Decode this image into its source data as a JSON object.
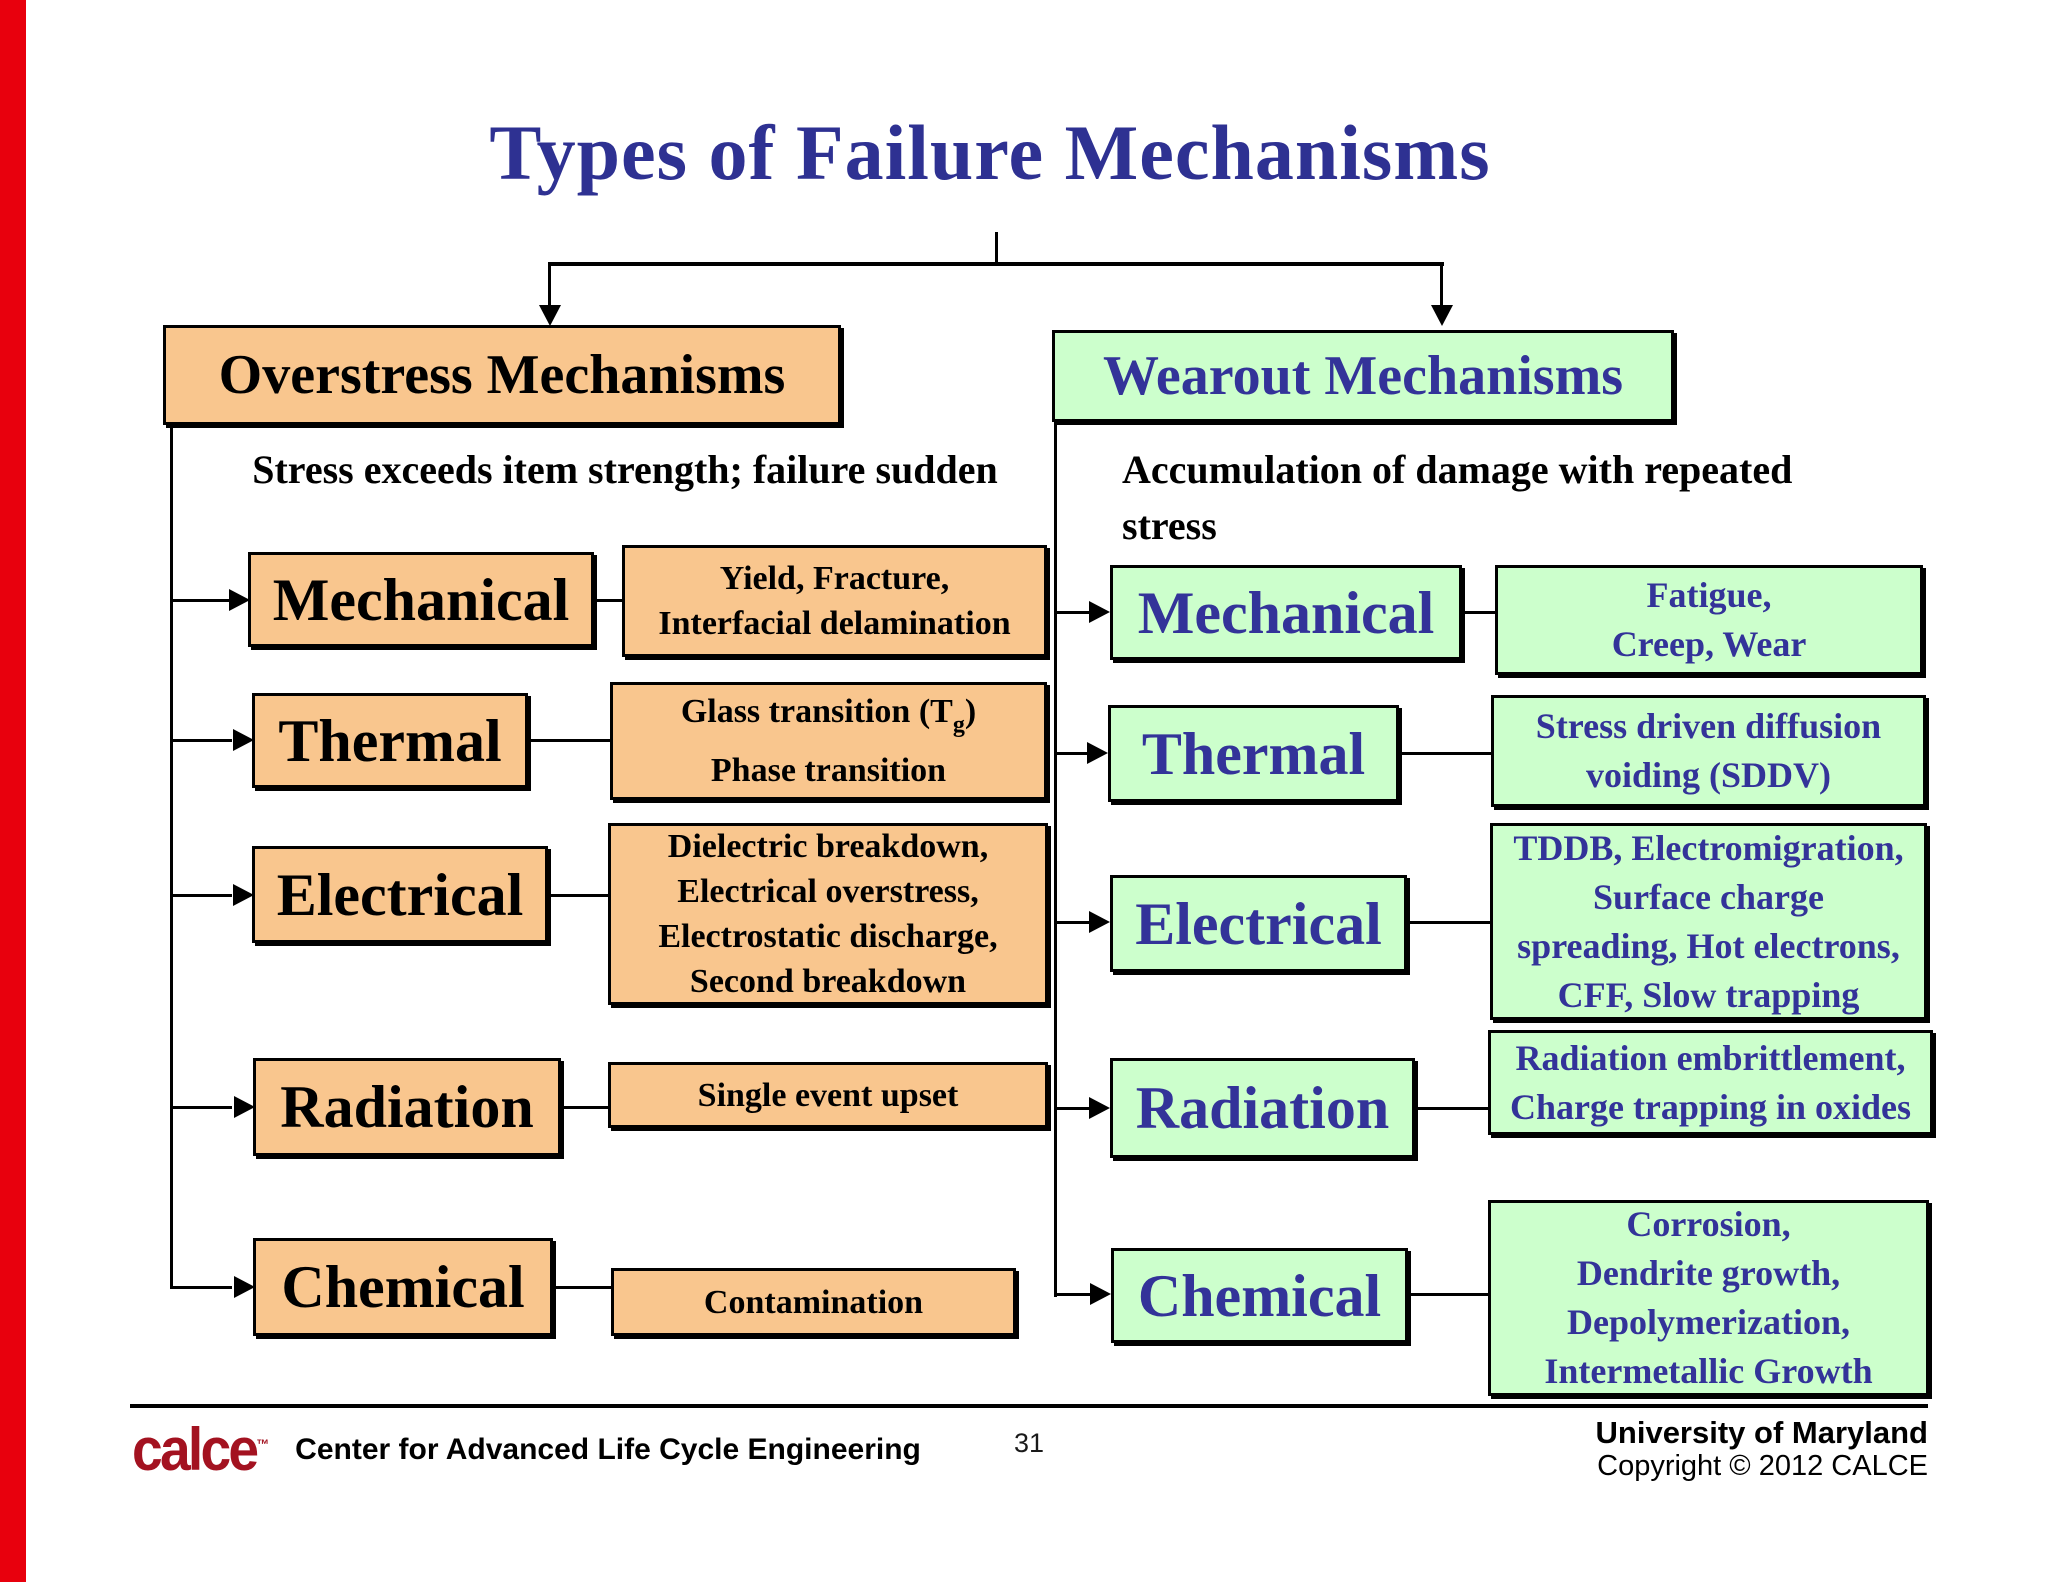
{
  "title": "Types of Failure Mechanisms",
  "colors": {
    "accent_blue": "#2e3192",
    "box_orange": "#f9c68e",
    "box_green": "#ccffcc",
    "logo_red": "#a31220",
    "edge_stripe_red": "#e8000d"
  },
  "left": {
    "header": "Overstress Mechanisms",
    "subtitle": "Stress exceeds item strength; failure sudden",
    "rows": [
      {
        "category": "Mechanical",
        "lines": [
          "Yield, Fracture,",
          "Interfacial delamination"
        ]
      },
      {
        "category": "Thermal",
        "line1_pre": "Glass transition (T",
        "line1_sub": "g",
        "line1_post": ")",
        "line2": "Phase transition"
      },
      {
        "category": "Electrical",
        "lines": [
          "Dielectric breakdown,",
          "Electrical overstress,",
          "Electrostatic discharge,",
          "Second breakdown"
        ]
      },
      {
        "category": "Radiation",
        "lines": [
          "Single event upset"
        ]
      },
      {
        "category": "Chemical",
        "lines": [
          "Contamination"
        ]
      }
    ]
  },
  "right": {
    "header": "Wearout Mechanisms",
    "subtitle_line1": "Accumulation of damage with repeated",
    "subtitle_line2": "stress",
    "rows": [
      {
        "category": "Mechanical",
        "lines": [
          "Fatigue,",
          "Creep, Wear"
        ]
      },
      {
        "category": "Thermal",
        "lines": [
          "Stress driven diffusion",
          "voiding (SDDV)"
        ]
      },
      {
        "category": "Electrical",
        "lines": [
          "TDDB, Electromigration,",
          "Surface charge",
          "spreading, Hot electrons,",
          "CFF, Slow trapping"
        ]
      },
      {
        "category": "Radiation",
        "lines": [
          "Radiation embrittlement,",
          "Charge trapping in oxides"
        ]
      },
      {
        "category": "Chemical",
        "lines": [
          "Corrosion,",
          "Dendrite growth,",
          "Depolymerization,",
          "Intermetallic Growth"
        ]
      }
    ]
  },
  "footer": {
    "logo": "calce",
    "logo_tm": "™",
    "center_name": "Center for Advanced Life Cycle Engineering",
    "page_number": "31",
    "university": "University of Maryland",
    "copyright": "Copyright © 2012 CALCE"
  }
}
